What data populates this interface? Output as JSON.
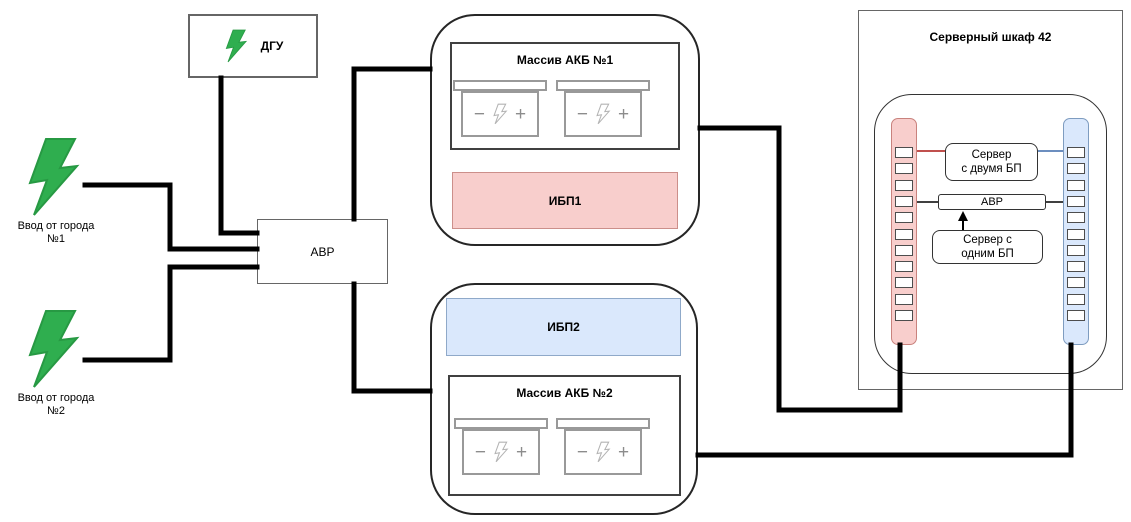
{
  "diagram": {
    "city_input_1": {
      "label_line1": "Ввод от города",
      "label_line2": "№1"
    },
    "city_input_2": {
      "label_line1": "Ввод от города",
      "label_line2": "№2"
    },
    "dgu": {
      "label": "ДГУ"
    },
    "avr": {
      "label": "АВР"
    },
    "ups_group_1": {
      "akb_title": "Массив АКБ №1",
      "ups_label": "ИБП1"
    },
    "ups_group_2": {
      "akb_title": "Массив АКБ №2",
      "ups_label": "ИБП2"
    },
    "battery": {
      "minus": "−",
      "plus": "+"
    },
    "rack": {
      "title": "Серверный шкаф 42",
      "server_dual_psu_line1": "Сервер",
      "server_dual_psu_line2": "с двумя БП",
      "avr_label": "АВР",
      "server_single_psu_line1": "Сервер с",
      "server_single_psu_line2": "одним БП",
      "pdu_a_outlets": 11,
      "pdu_b_outlets": 11
    },
    "colors": {
      "bolt_green": "#2fae4f",
      "ups_red_fill": "#f8cecc",
      "ups_red_stroke": "#cc8f8a",
      "ups_blue_fill": "#dae8fc",
      "ups_blue_stroke": "#7e9cc0",
      "feed_a_wire": "#c0504d",
      "feed_b_wire": "#6c8ebf",
      "main_wire": "#000000"
    }
  }
}
